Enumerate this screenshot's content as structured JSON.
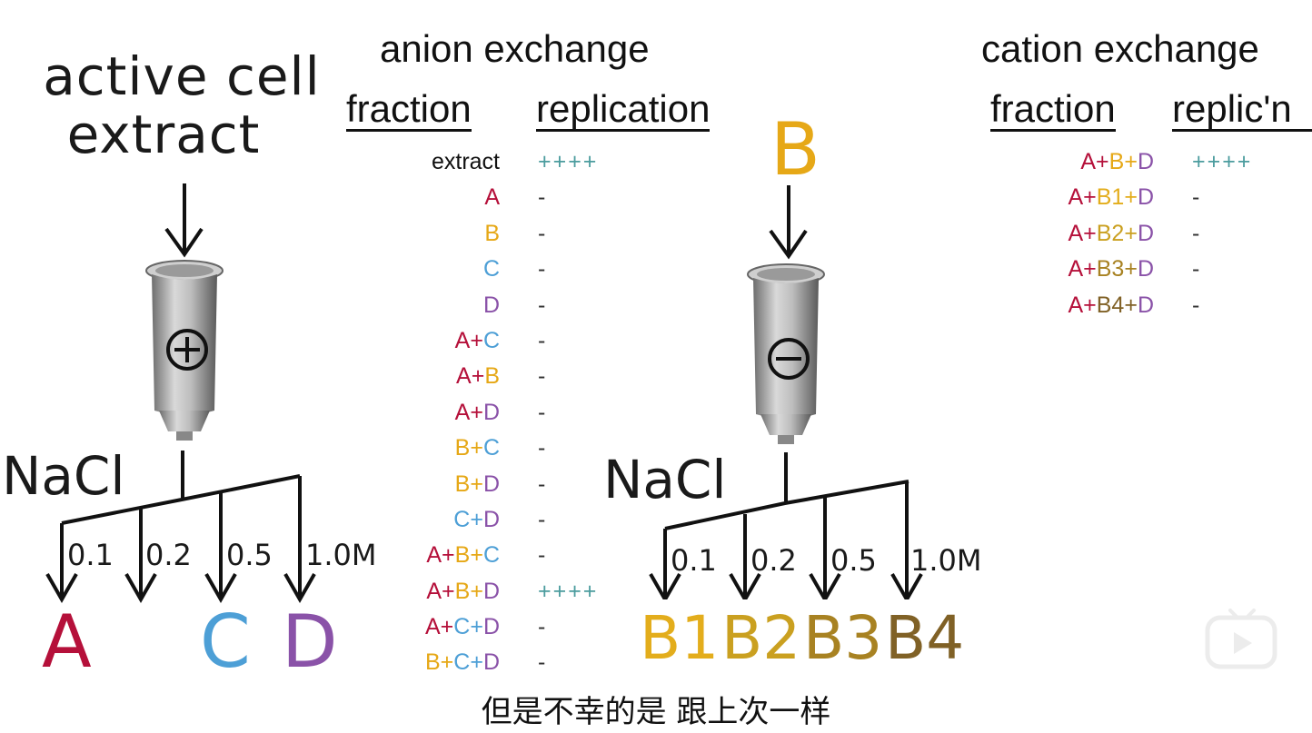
{
  "colors": {
    "A": "#b5103a",
    "B": "#e6a817",
    "C": "#4d9fd6",
    "D": "#8a52a8",
    "plus": "#4b9c9e",
    "B1": "#e3ad1c",
    "B2": "#caa020",
    "B3": "#a88222",
    "B4": "#806126"
  },
  "left": {
    "extract_line1": "active cell",
    "extract_line2": "extract",
    "column_symbol": "+",
    "salt": "NaCl",
    "concentrations": [
      "0.1",
      "0.2",
      "0.5",
      "1.0M"
    ],
    "results": [
      "A",
      "C",
      "D"
    ]
  },
  "anion": {
    "title": "anion exchange",
    "col_fraction": "fraction",
    "col_replication": "replication",
    "rows": [
      {
        "label": "extract",
        "rep": "++++"
      },
      {
        "label": "A",
        "rep": "-"
      },
      {
        "label": "B",
        "rep": "-"
      },
      {
        "label": "C",
        "rep": "-"
      },
      {
        "label": "D",
        "rep": "-"
      },
      {
        "label": "A+C",
        "rep": "-"
      },
      {
        "label": "A+B",
        "rep": "-"
      },
      {
        "label": "A+D",
        "rep": "-"
      },
      {
        "label": "B+C",
        "rep": "-"
      },
      {
        "label": "B+D",
        "rep": "-"
      },
      {
        "label": "C+D",
        "rep": "-"
      },
      {
        "label": "A+B+C",
        "rep": "-"
      },
      {
        "label": "A+B+D",
        "rep": "++++"
      },
      {
        "label": "A+C+D",
        "rep": "-"
      },
      {
        "label": "B+C+D",
        "rep": "-"
      }
    ]
  },
  "middle": {
    "input": "B",
    "column_symbol": "−",
    "salt": "NaCl",
    "concentrations": [
      "0.1",
      "0.2",
      "0.5",
      "1.0M"
    ],
    "results": [
      "B1",
      "B2",
      "B3",
      "B4"
    ]
  },
  "cation": {
    "title": "cation exchange",
    "col_fraction": "fraction",
    "col_replication": "replic'n",
    "rows": [
      {
        "label": "A+B+D",
        "rep": "++++"
      },
      {
        "label": "A+B1+D",
        "rep": "-"
      },
      {
        "label": "A+B2+D",
        "rep": "-"
      },
      {
        "label": "A+B3+D",
        "rep": "-"
      },
      {
        "label": "A+B4+D",
        "rep": "-"
      }
    ]
  },
  "subtitle": "但是不幸的是 跟上次一样",
  "player": {
    "play_icon": "play-icon"
  }
}
